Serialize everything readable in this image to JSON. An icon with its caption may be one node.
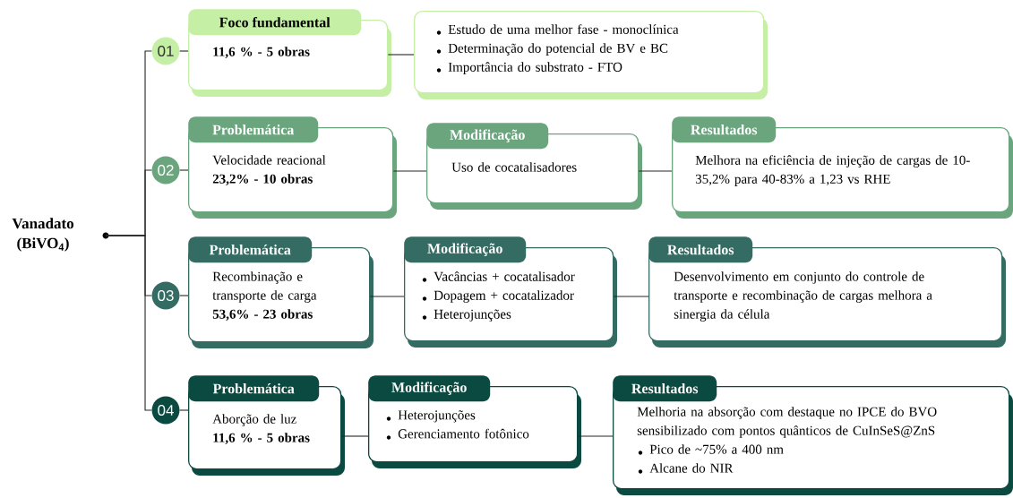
{
  "diagram": {
    "nodes": [
      {
        "text": [],
        "shape": "circle"
      },
      {
        "text": [
          "01"
        ]
      },
      {
        "text": [
          "Foco fundamental",
          "11,6 % - 5 obras"
        ]
      },
      {
        "text": [
          "Estudo de uma melhor fase - monoclínica",
          "Determinação do potencial de BV e BC",
          "Importância do substrato - FTO"
        ]
      },
      {
        "text": [
          "02"
        ]
      },
      {
        "text": [
          "Problemática",
          "Velocidade reacional",
          "23,2% - 10 obras"
        ]
      },
      {
        "text": [
          "Modificação",
          "Uso de cocatalisadores"
        ]
      },
      {
        "text": [
          "Resultados",
          "Melhora na eficiência de injeção de cargas de 10-35,2% para 40-83% a 1,23 vs RHE"
        ]
      },
      {
        "text": [
          "03"
        ]
      },
      {
        "text": [
          "Problemática",
          "Recombinação e transporte de carga",
          "53,6% - 23 obras"
        ]
      },
      {
        "text": [
          "Modificação",
          "Vacâncias + cocatalisador",
          "Dopagem + cocatalizador",
          "Heterojunções"
        ]
      },
      {
        "text": [
          "Resultados",
          "Desenvolvimento em conjunto do controle de transporte e recombinação de cargas melhora a sinergia da célula"
        ]
      },
      {
        "text": [
          "04"
        ]
      },
      {
        "text": [
          "Problemática",
          "Aborção de luz",
          "11,6 % - 5 obras"
        ]
      },
      {
        "text": [
          "Modificação",
          "Heterojunções",
          "Gerenciamento fotônico"
        ]
      },
      {
        "text": [
          "Resultados",
          "Melhoria na absorção com destaque no IPCE do BVO sensibilizado com  pontos quânticos de CuInSeS@ZnS",
          "Pico de  ~75% a 400 nm",
          "Alcane do NIR"
        ]
      }
    ],
    "edges": [
      {
        "from": 0,
        "to": 1,
        "arrow": "none"
      },
      {
        "from": 0,
        "to": 4,
        "arrow": "none"
      },
      {
        "from": 0,
        "to": 8,
        "arrow": "none"
      },
      {
        "from": 0,
        "to": 12,
        "arrow": "none"
      },
      {
        "from": 1,
        "to": 2,
        "arrow": "none"
      },
      {
        "from": 2,
        "to": 3,
        "arrow": "none"
      },
      {
        "from": 4,
        "to": 5,
        "arrow": "none"
      },
      {
        "from": 5,
        "to": 6,
        "arrow": "none"
      },
      {
        "from": 6,
        "to": 7,
        "arrow": "none"
      },
      {
        "from": 8,
        "to": 9,
        "arrow": "none"
      },
      {
        "from": 9,
        "to": 10,
        "arrow": "none"
      },
      {
        "from": 10,
        "to": 11,
        "arrow": "none"
      },
      {
        "from": 12,
        "to": 13,
        "arrow": "none"
      },
      {
        "from": 13,
        "to": 14,
        "arrow": "none"
      },
      {
        "from": 14,
        "to": 15,
        "arrow": "none"
      }
    ],
    "labels": [
      "Vanadato (BiVO$_{4}$)"
    ]
  }
}
